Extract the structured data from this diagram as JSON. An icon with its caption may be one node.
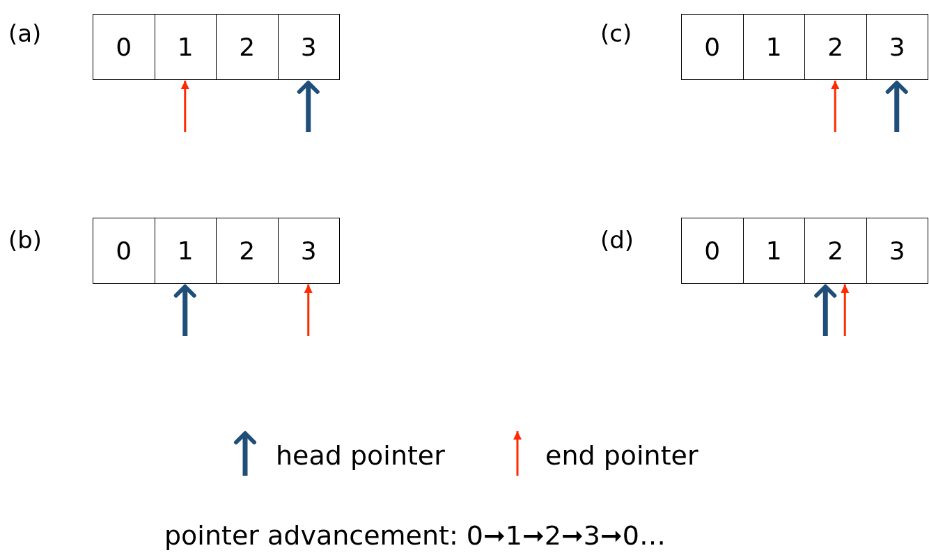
{
  "diagram": {
    "nodes": [
      {
        "text": [
          "0"
        ]
      },
      {
        "text": [
          "1"
        ]
      },
      {
        "text": [
          "2"
        ]
      },
      {
        "text": [
          "3"
        ]
      },
      {
        "text": [
          "0"
        ]
      },
      {
        "text": [
          "1"
        ]
      },
      {
        "text": [
          "2"
        ]
      },
      {
        "text": [
          "3"
        ]
      },
      {
        "text": [
          "0"
        ]
      },
      {
        "text": [
          "1"
        ]
      },
      {
        "text": [
          "2"
        ]
      },
      {
        "text": [
          "3"
        ]
      },
      {
        "text": [
          "0"
        ]
      },
      {
        "text": [
          "1"
        ]
      },
      {
        "text": [
          "2"
        ]
      },
      {
        "text": [
          "3"
        ]
      }
    ],
    "edges": [
      {
        "from": null,
        "to": 1,
        "arrow": "to",
        "color": "#ff2a00"
      },
      {
        "from": null,
        "to": 3,
        "arrow": "to",
        "style": "thick",
        "color": "#1f4e79"
      },
      {
        "from": null,
        "to": 6,
        "arrow": "to",
        "color": "#ff2a00"
      },
      {
        "from": null,
        "to": 7,
        "arrow": "to",
        "style": "thick",
        "color": "#1f4e79"
      },
      {
        "from": null,
        "to": 9,
        "arrow": "to",
        "style": "thick",
        "color": "#1f4e79"
      },
      {
        "from": null,
        "to": 11,
        "arrow": "to",
        "color": "#ff2a00"
      },
      {
        "from": null,
        "to": 14,
        "arrow": "to",
        "style": "thick",
        "color": "#1f4e79"
      },
      {
        "from": null,
        "to": 14,
        "arrow": "to",
        "color": "#ff2a00"
      }
    ],
    "labels": [
      "(a)",
      "(c)",
      "(b)",
      "(d)",
      "pointer advancement: 0➞1➞2➞3➞0…"
    ],
    "legend": [
      {
        "text": "head pointer"
      },
      {
        "text": "end pointer"
      }
    ]
  }
}
